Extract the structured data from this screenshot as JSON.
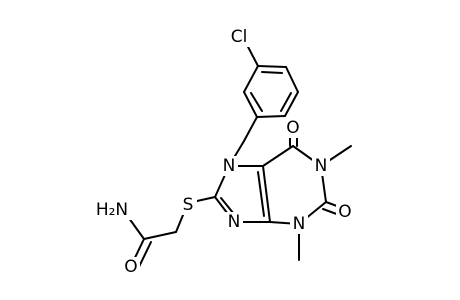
{
  "molecule": {
    "atom_labels": {
      "chlorine": "Cl",
      "n7": "N",
      "n1": "N",
      "n3": "N",
      "n9": "N",
      "oxo_upper": "O",
      "oxo_lower": "O",
      "sulfur": "S",
      "amide_n": "H₂N",
      "amide_o": "O"
    }
  }
}
